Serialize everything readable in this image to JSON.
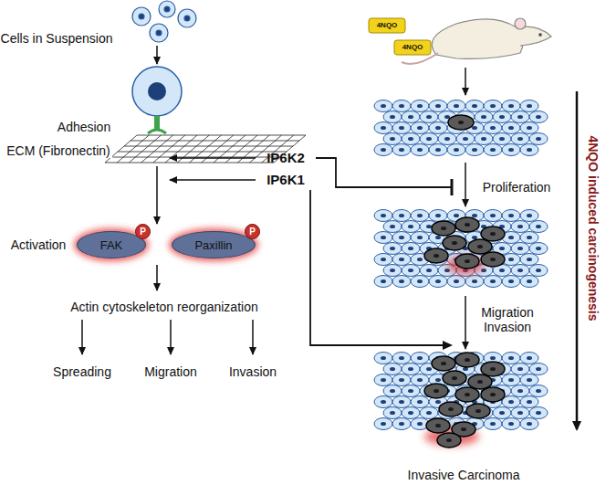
{
  "diagram": {
    "nodes": [
      {
        "text": [
          "FAK"
        ]
      },
      {
        "text": [
          "P"
        ],
        "in": 0
      },
      {
        "text": [
          "Paxillin"
        ]
      },
      {
        "text": [
          "P"
        ],
        "in": 2
      }
    ],
    "labels": [
      "Cells in Suspension",
      "Adhesion",
      "ECM (Fibronectin)",
      "IP6K2",
      "IP6K1",
      "Activation",
      "Actin cytoskeleton reorganization",
      "Spreading",
      "Migration",
      "Invasion",
      "4NQO",
      "4NQO",
      "4NQO induced carcinogenesis",
      "Proliferation",
      "Migration Invasion",
      "Invasive Carcinoma"
    ]
  }
}
